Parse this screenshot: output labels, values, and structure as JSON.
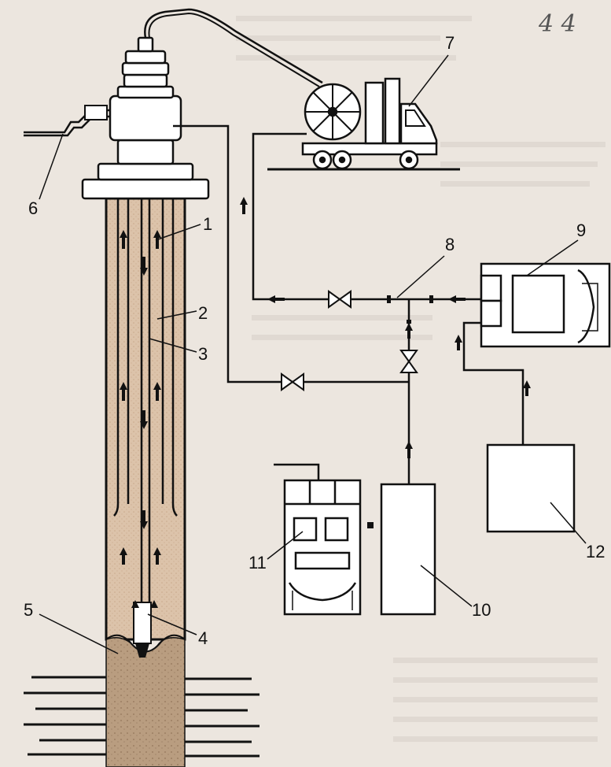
{
  "page_note": "4 4",
  "labels": {
    "l1": "1",
    "l2": "2",
    "l3": "3",
    "l4": "4",
    "l5": "5",
    "l6": "6",
    "l7": "7",
    "l8": "8",
    "l9": "9",
    "l10": "10",
    "l11": "11",
    "l12": "12"
  },
  "colors": {
    "background": "#ece6df",
    "line": "#111111",
    "well_fluid": "#d9bfa6",
    "formation": "#b79a7c"
  }
}
